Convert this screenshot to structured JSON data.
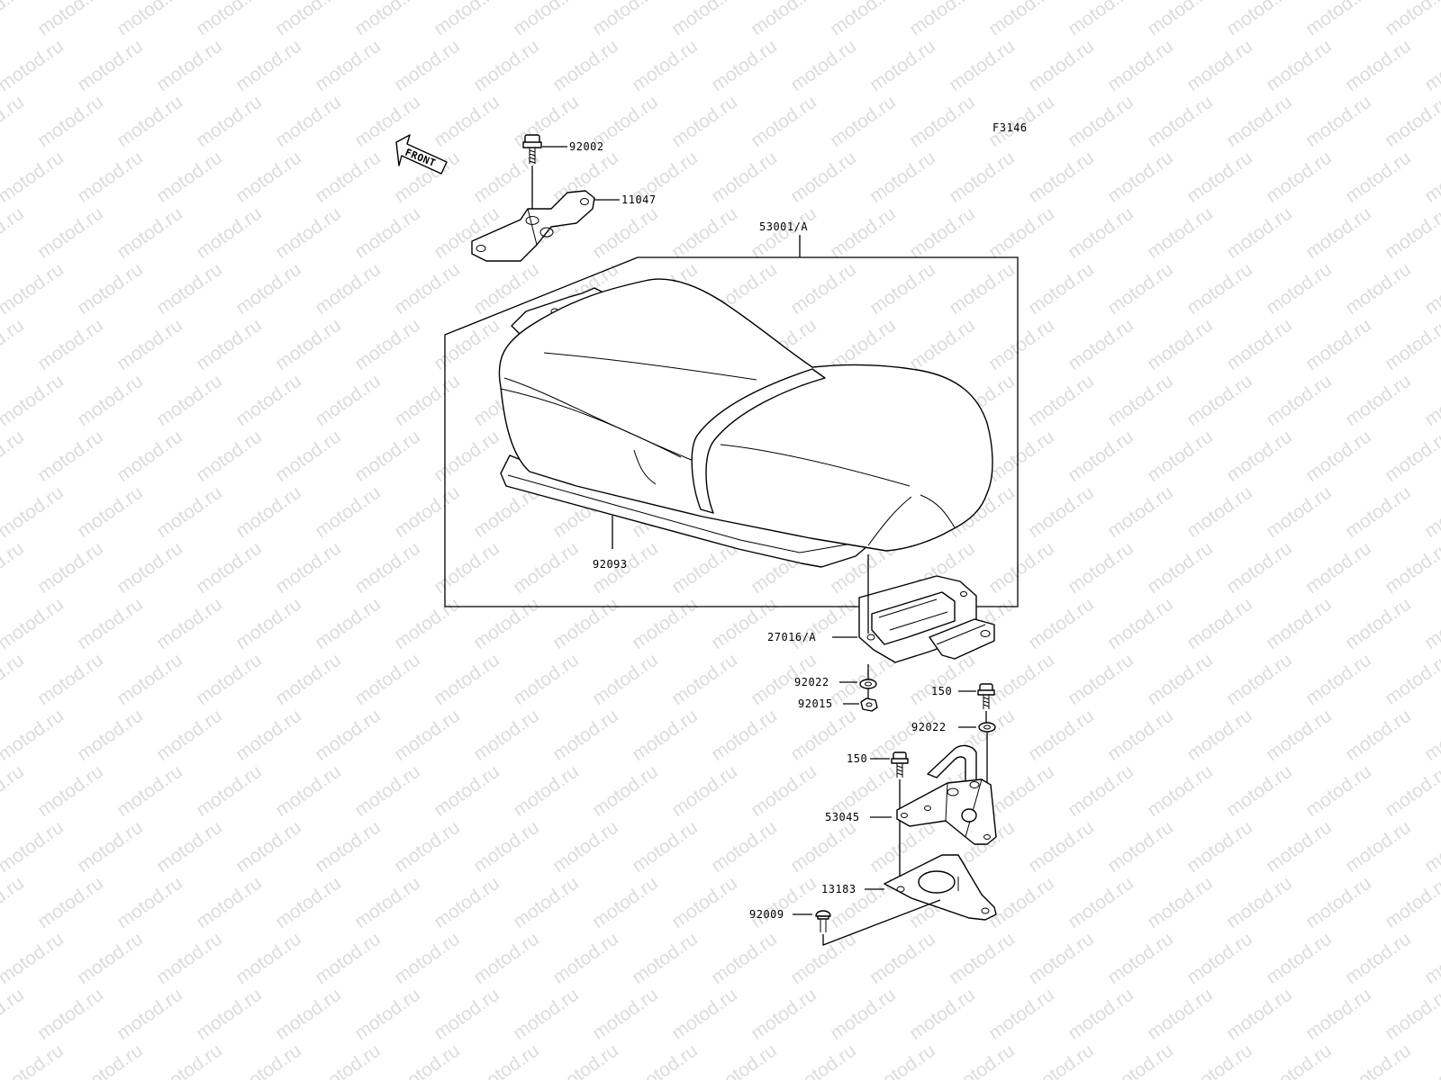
{
  "figure_code": "F3146",
  "front_label": "FRONT",
  "watermark": "motod.ru",
  "parts": [
    {
      "id": "p92002",
      "number": "92002",
      "name": "bolt-upper"
    },
    {
      "id": "p11047",
      "number": "11047",
      "name": "bracket-front"
    },
    {
      "id": "p53001",
      "number": "53001/A",
      "name": "seat-assembly"
    },
    {
      "id": "p92093",
      "number": "92093",
      "name": "seat-seal"
    },
    {
      "id": "p27016",
      "number": "27016/A",
      "name": "seat-lock"
    },
    {
      "id": "p92022a",
      "number": "92022",
      "name": "washer-left"
    },
    {
      "id": "p92015",
      "number": "92015",
      "name": "nut"
    },
    {
      "id": "p150a",
      "number": "150",
      "name": "bolt-right"
    },
    {
      "id": "p92022b",
      "number": "92022",
      "name": "washer-right"
    },
    {
      "id": "p150b",
      "number": "150",
      "name": "bolt-center"
    },
    {
      "id": "p53045",
      "number": "53045",
      "name": "seat-hook-bracket"
    },
    {
      "id": "p13183",
      "number": "13183",
      "name": "base-plate"
    },
    {
      "id": "p92009",
      "number": "92009",
      "name": "screw-lower"
    }
  ]
}
